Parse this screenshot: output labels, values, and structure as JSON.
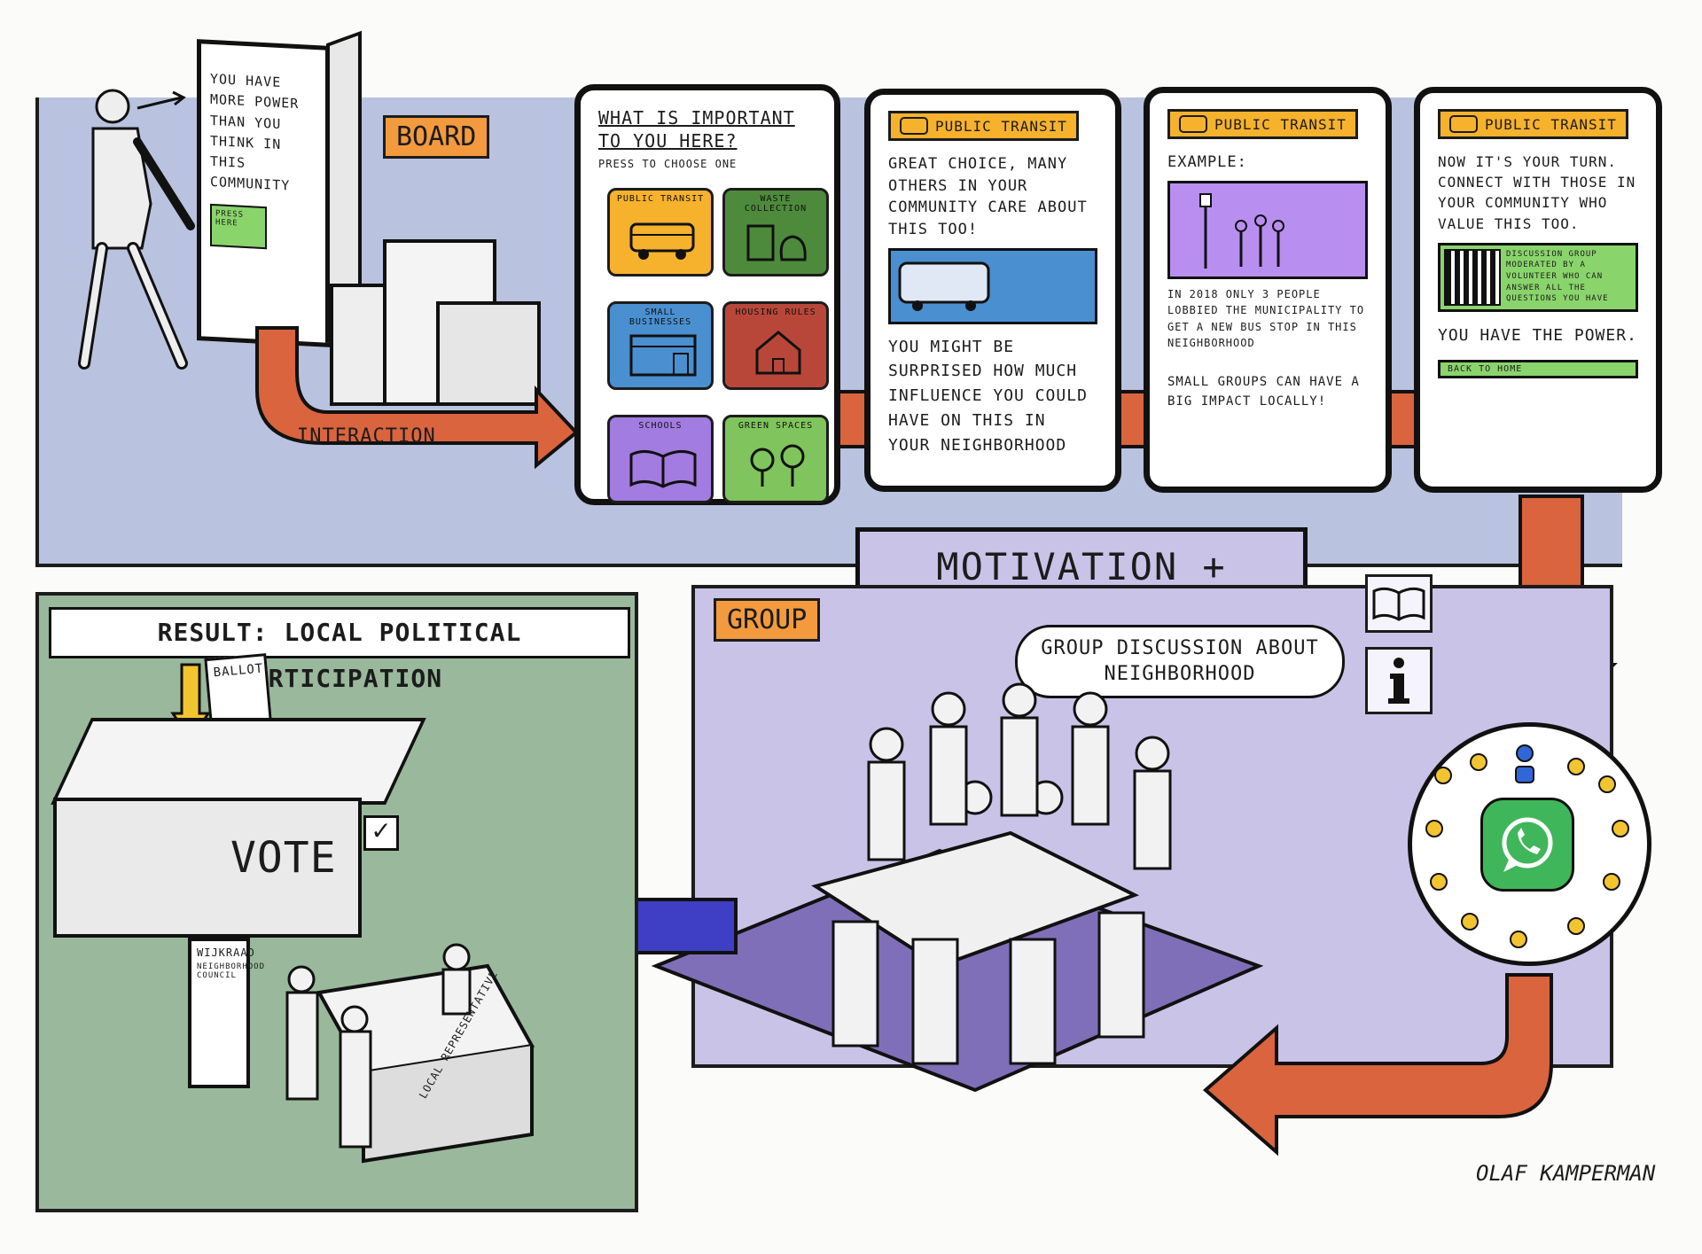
{
  "board": {
    "tag": "BOARD",
    "screen_text": "YOU HAVE MORE POWER THAN YOU THINK IN THIS COMMUNITY",
    "press_button": "PRESS HERE",
    "interaction_label": "INTERACTION"
  },
  "screen1": {
    "title": "WHAT IS IMPORTANT TO YOU HERE?",
    "subtitle": "PRESS TO CHOOSE ONE",
    "categories": [
      {
        "label": "PUBLIC TRANSIT",
        "color": "#f6b22d"
      },
      {
        "label": "WASTE COLLECTION",
        "color": "#4e8a3b"
      },
      {
        "label": "SMALL BUSINESSES",
        "color": "#4a8fd0"
      },
      {
        "label": "HOUSING RULES",
        "color": "#b8473a"
      },
      {
        "label": "SCHOOLS",
        "color": "#a27ce0"
      },
      {
        "label": "GREEN SPACES",
        "color": "#7fc45c"
      }
    ]
  },
  "screen2": {
    "tag": "PUBLIC TRANSIT",
    "text1": "GREAT CHOICE, MANY OTHERS IN YOUR COMMUNITY CARE ABOUT THIS TOO!",
    "text2": "YOU MIGHT BE SURPRISED HOW MUCH INFLUENCE YOU COULD HAVE ON THIS IN YOUR NEIGHBORHOOD"
  },
  "screen3": {
    "tag": "PUBLIC TRANSIT",
    "heading": "EXAMPLE:",
    "text1": "IN 2018 ONLY 3 PEOPLE LOBBIED THE MUNICIPALITY TO GET A NEW BUS STOP IN THIS NEIGHBORHOOD",
    "text2": "SMALL GROUPS CAN HAVE A BIG IMPACT LOCALLY!"
  },
  "screen4": {
    "tag": "PUBLIC TRANSIT",
    "text1": "NOW IT'S YOUR TURN. CONNECT WITH THOSE IN YOUR COMMUNITY WHO VALUE THIS TOO.",
    "group_info": "DISCUSSION GROUP MODERATED BY A VOLUNTEER WHO CAN ANSWER ALL THE QUESTIONS YOU HAVE",
    "text2": "YOU HAVE THE POWER.",
    "back_button": "BACK TO HOME"
  },
  "motivation": {
    "banner": "MOTIVATION + AVENUES"
  },
  "group": {
    "tag": "GROUP",
    "speech": "GROUP DISCUSSION ABOUT NEIGHBORHOOD"
  },
  "result": {
    "banner": "RESULT: LOCAL POLITICAL PARTICIPATION",
    "ballot": "BALLOT",
    "vote": "VOTE",
    "council_title": "WIJKRAAD",
    "council_sub": "NEIGHBORHOOD COUNCIL",
    "representative": "LOCAL REPRESENTATIVE"
  },
  "signature": "OLAF KAMPERMAN",
  "colors": {
    "orange_arrow": "#d9643e",
    "blue_arrow": "#3e3fc4",
    "whatsapp": "#3fb65a",
    "person_yellow": "#f2c430",
    "person_blue": "#2f67d8"
  }
}
